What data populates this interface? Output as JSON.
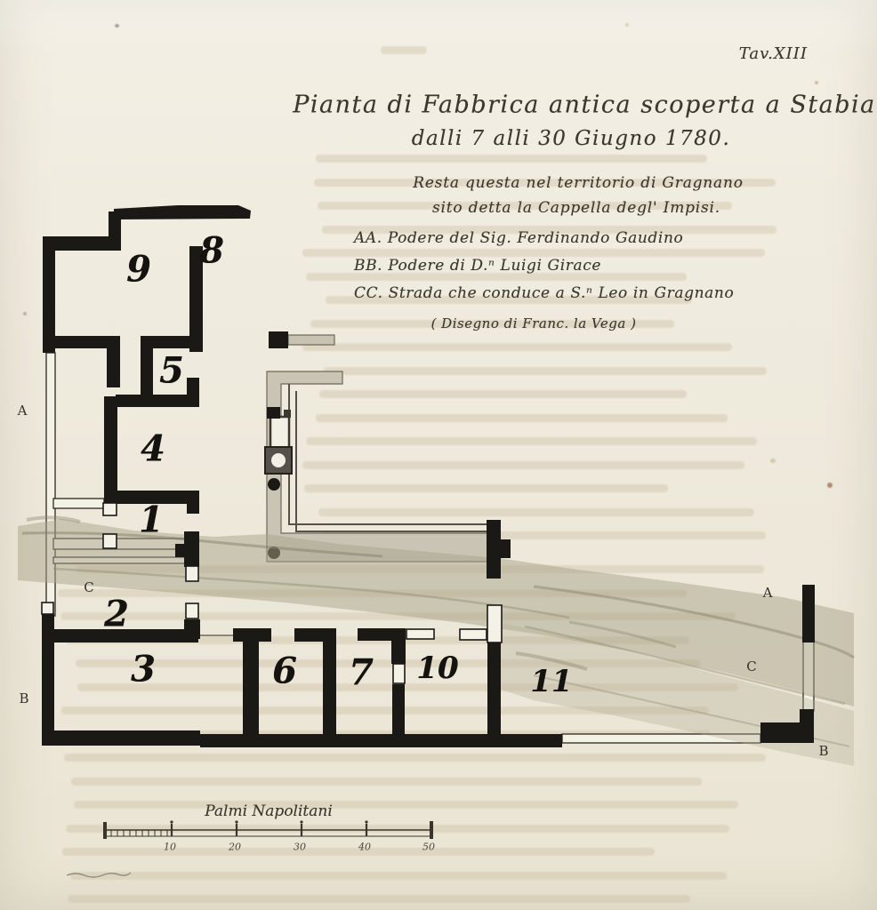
{
  "page": {
    "plate_label": "Tav.XIII",
    "title_line1": "Pianta di Fabbrica antica scoperta a Stabia",
    "title_line2": "dalli 7 alli 30 Giugno 1780.",
    "subtitle_line1": "Resta questa nel territorio di Gragnano",
    "subtitle_line2": "sito detta la Cappella degl' Impisi.",
    "legend_items": [
      {
        "label": "AA. Podere del Sig. Ferdinando Gaudino"
      },
      {
        "label": "BB. Podere di D.ⁿ Luigi Girace"
      },
      {
        "label": "CC. Strada che conduce a S.ⁿ Leo in Gragnano"
      }
    ],
    "credit": "( Disegno di Franc. la Vega )"
  },
  "plan": {
    "rooms": [
      {
        "label": "1"
      },
      {
        "label": "2"
      },
      {
        "label": "3"
      },
      {
        "label": "4"
      },
      {
        "label": "5"
      },
      {
        "label": "6"
      },
      {
        "label": "7"
      },
      {
        "label": "8"
      },
      {
        "label": "9"
      },
      {
        "label": "10"
      },
      {
        "label": "11"
      }
    ],
    "boundary_letters_left": [
      {
        "label": "A"
      },
      {
        "label": "C"
      },
      {
        "label": "B"
      }
    ],
    "boundary_letters_right": [
      {
        "label": "A"
      },
      {
        "label": "C"
      },
      {
        "label": "B"
      }
    ]
  },
  "scale_bar": {
    "title": "Palmi Napolitani",
    "tick_labels": [
      "10",
      "20",
      "30",
      "40",
      "50"
    ]
  },
  "colors": {
    "ink": "#1b1916",
    "paper": "#eeeadd",
    "terrain": "#aaa389",
    "portico_gray": "#c9c4b4",
    "bleed_text": "#cfc1a6"
  }
}
